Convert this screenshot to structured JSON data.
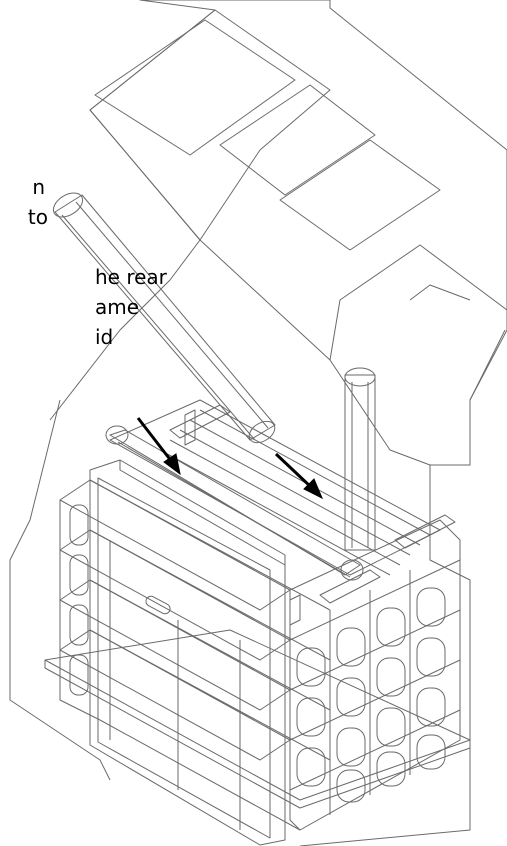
{
  "caption": {
    "lines": [
      "n",
      "to",
      "he rear",
      "ame",
      "id"
    ]
  },
  "colors": {
    "line": "#5a5a5a",
    "arrow": "#000000",
    "background": "#ffffff"
  }
}
